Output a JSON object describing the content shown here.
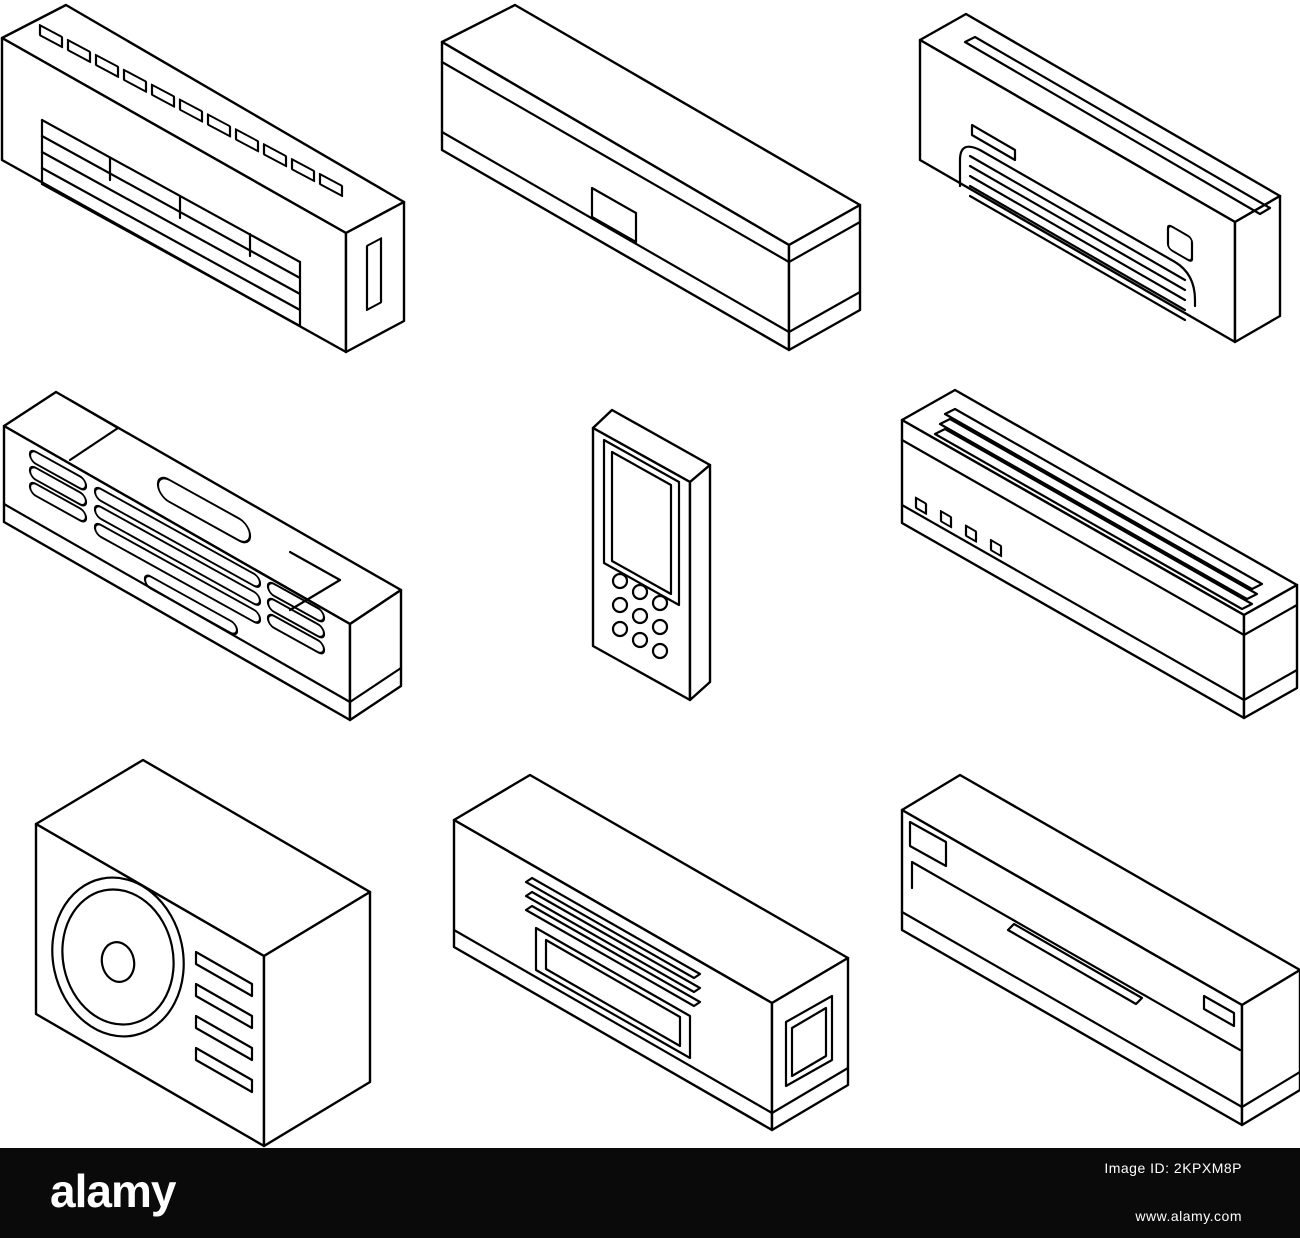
{
  "stroke_color": "#000000",
  "background_color": "#ffffff",
  "footer_color": "#0a0a0a",
  "icons": [
    "indoor-ac-unit-slotted-icon",
    "indoor-ac-unit-plain-icon",
    "indoor-ac-unit-vent-arch-icon",
    "indoor-ac-unit-grille-icon",
    "remote-control-icon",
    "indoor-ac-unit-top-vent-icon",
    "outdoor-ac-fan-unit-icon",
    "indoor-ac-unit-center-vent-icon",
    "indoor-ac-unit-display-icon"
  ],
  "watermark": {
    "brand": "alamy",
    "image_id": "Image ID: 2KPXM8P",
    "website": "www.alamy.com"
  }
}
